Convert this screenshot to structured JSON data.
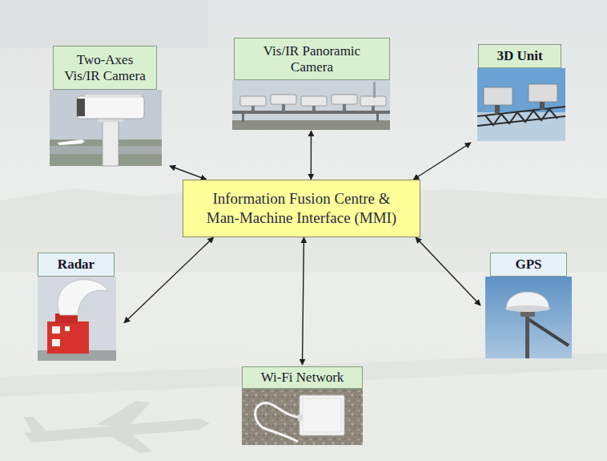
{
  "diagram": {
    "nodes": [
      {
        "text": [
          "Two-Axes Vis/IR Camera"
        ]
      },
      {
        "text": [
          "Vis/IR Panoramic Camera"
        ]
      },
      {
        "text": [
          "3D Unit"
        ]
      },
      {
        "text": [
          "Information Fusion Centre & Man-Machine Interface (MMI)"
        ]
      },
      {
        "text": [
          "Radar"
        ]
      },
      {
        "text": [
          "GPS"
        ]
      },
      {
        "text": [
          "Wi-Fi Network"
        ]
      }
    ],
    "edges": [
      {
        "from": 0,
        "to": 3,
        "arrow": "both"
      },
      {
        "from": 1,
        "to": 3,
        "arrow": "both"
      },
      {
        "from": 2,
        "to": 3,
        "arrow": "both"
      },
      {
        "from": 4,
        "to": 3,
        "arrow": "both"
      },
      {
        "from": 5,
        "to": 3,
        "arrow": "both"
      },
      {
        "from": 6,
        "to": 3,
        "arrow": "both"
      }
    ]
  }
}
